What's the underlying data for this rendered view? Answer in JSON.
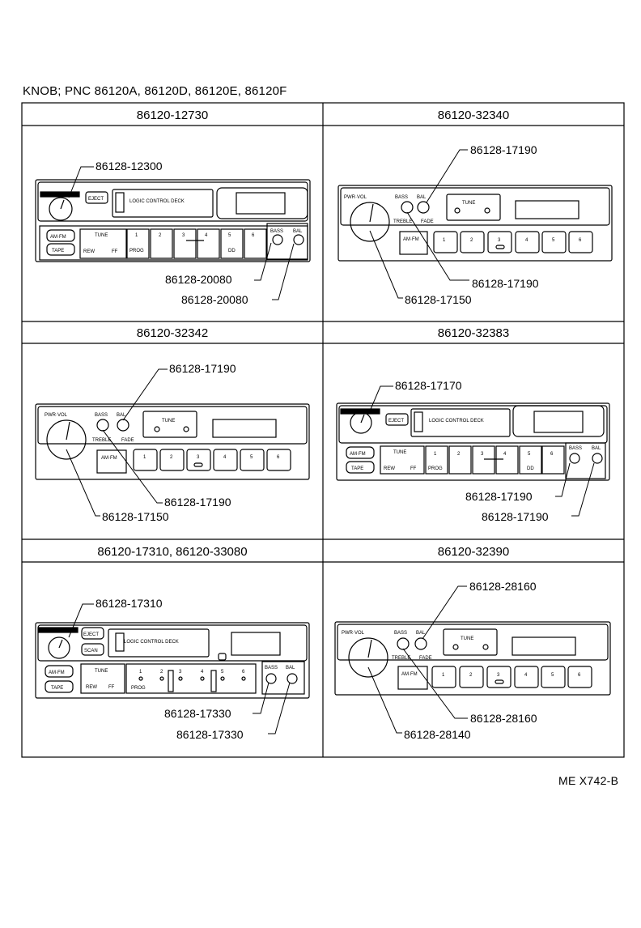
{
  "title": "KNOB; PNC  86120A, 86120D, 86120E, 86120F",
  "doc_code": "ME  X742-B",
  "panels": [
    {
      "header": "86120-12730",
      "callouts": [
        "86128-12300",
        "86128-20080",
        "86128-20080"
      ],
      "labels": {
        "eject": "EJECT",
        "deck": "LOGIC  CONTROL  DECK",
        "amfm": "AM·FM",
        "tape": "TAPE",
        "tune": "TUNE",
        "rew": "REW",
        "ff": "FF",
        "prog": "PROG",
        "dd": "DD",
        "bass": "BASS",
        "bal": "BAL",
        "presets": [
          "1",
          "2",
          "3",
          "4",
          "5",
          "6"
        ]
      }
    },
    {
      "header": "86120-32340",
      "callouts": [
        "86128-17190",
        "86128-17190",
        "86128-17150"
      ],
      "labels": {
        "pwr": "PWR·VOL",
        "bass": "BASS",
        "bal": "BAL",
        "treble": "TREBLE",
        "fade": "FADE",
        "tune": "TUNE",
        "amfm": "AM·FM",
        "presets": [
          "1",
          "2",
          "3",
          "4",
          "5",
          "6"
        ]
      }
    },
    {
      "header": "86120-32342",
      "callouts": [
        "86128-17190",
        "86128-17190",
        "86128-17150"
      ],
      "labels": {
        "pwr": "PWR·VOL",
        "bass": "BASS",
        "bal": "BAL",
        "treble": "TREBLE",
        "fade": "FADE",
        "tune": "TUNE",
        "amfm": "AM·FM",
        "presets": [
          "1",
          "2",
          "3",
          "4",
          "5",
          "6"
        ]
      }
    },
    {
      "header": "86120-32383",
      "callouts": [
        "86128-17170",
        "86128-17190",
        "86128-17190"
      ],
      "labels": {
        "eject": "EJECT",
        "deck": "LOGIC  CONTROL  DECK",
        "amfm": "AM·FM",
        "tape": "TAPE",
        "tune": "TUNE",
        "rew": "REW",
        "ff": "FF",
        "prog": "PROG",
        "dd": "DD",
        "bass": "BASS",
        "bal": "BAL",
        "presets": [
          "1",
          "2",
          "3",
          "4",
          "5",
          "6"
        ]
      }
    },
    {
      "header": "86120-17310, 86120-33080",
      "callouts": [
        "86128-17310",
        "86128-17330",
        "86128-17330"
      ],
      "labels": {
        "eject": "EJECT",
        "scan": "SCAN",
        "deck": "LOGIC  CONTROL  DECK",
        "amfm": "AM·FM",
        "tape": "TAPE",
        "tune": "TUNE",
        "rew": "REW",
        "ff": "FF",
        "prog": "PROG",
        "bass": "BASS",
        "bal": "BAL",
        "presets": [
          "1",
          "2",
          "3",
          "4",
          "5",
          "6"
        ]
      }
    },
    {
      "header": "86120-32390",
      "callouts": [
        "86128-28160",
        "86128-28160",
        "86128-28140"
      ],
      "labels": {
        "pwr": "PWR·VOL",
        "bass": "BASS",
        "bal": "BAL",
        "treble": "TREBLE",
        "fade": "FADE",
        "tune": "TUNE",
        "amfm": "AM·FM",
        "presets": [
          "1",
          "2",
          "3",
          "4",
          "5",
          "6"
        ]
      }
    }
  ]
}
